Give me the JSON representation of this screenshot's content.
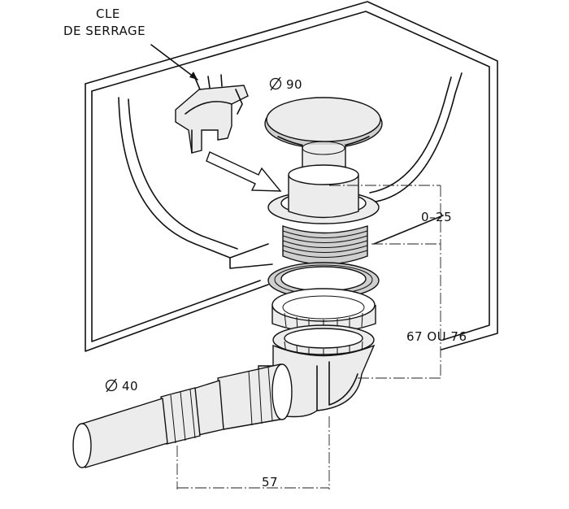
{
  "labels": {
    "key_line1": "CLE",
    "key_line2": "DE SERRAGE",
    "cap_diameter": "90",
    "pipe_diameter": "40",
    "adjust_range": "0–25",
    "height": "67 OU 76",
    "offset": "57"
  },
  "icons": {
    "diameter_symbol": "diameter-symbol-icon"
  }
}
